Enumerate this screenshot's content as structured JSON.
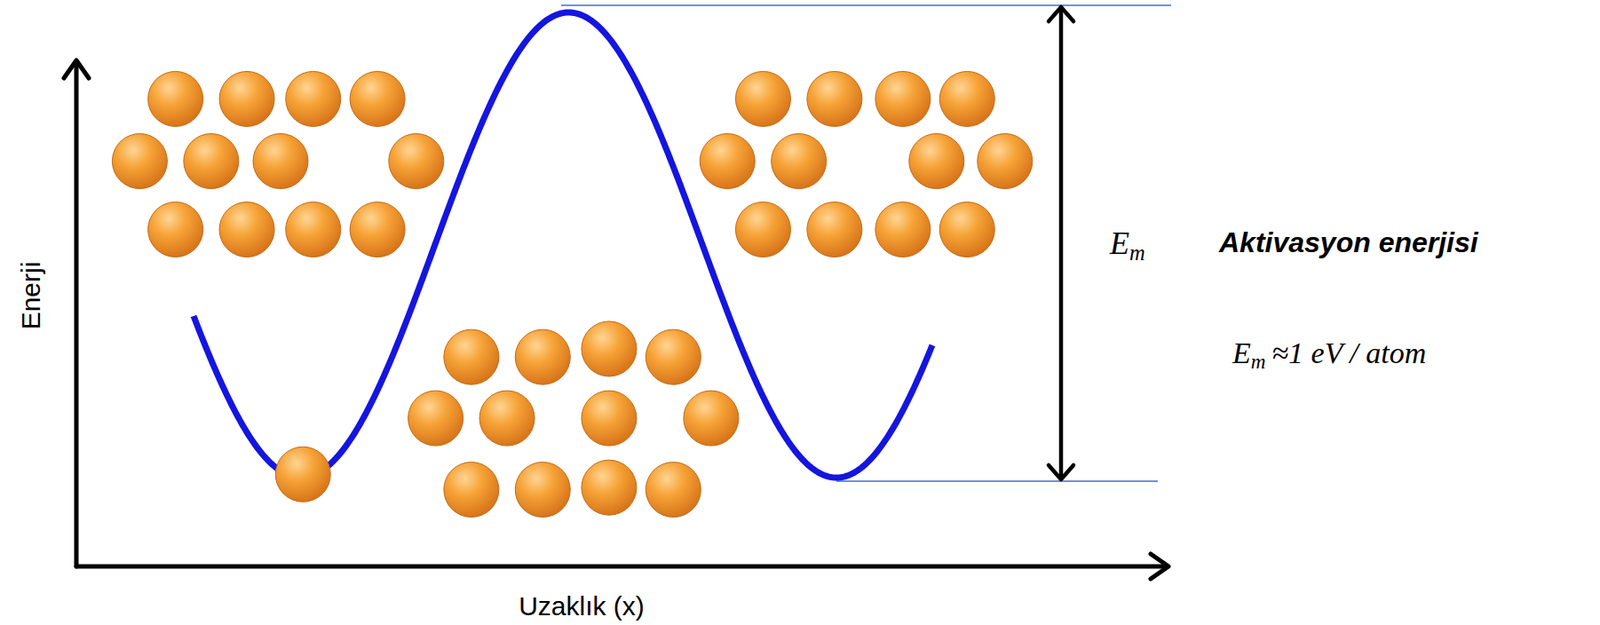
{
  "diagram": {
    "labels": [
      "Enerji",
      "Uzaklık (x)",
      "E",
      "m",
      "Aktivasyon enerjisi",
      "E",
      "m",
      "≈1 eV / atom"
    ]
  }
}
